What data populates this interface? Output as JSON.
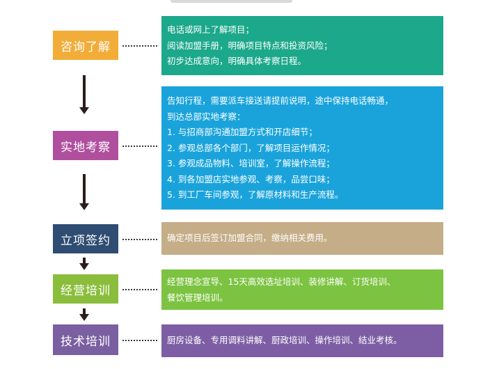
{
  "colors": {
    "orange": "#f2ad39",
    "purple": "#b04f9e",
    "navy": "#2f4d72",
    "green": "#8bbd3c",
    "violet": "#7a5fa1",
    "box_teal": "#1ca88b",
    "box_blue": "#1aa3db",
    "box_tan": "#c4ad87",
    "box_lime": "#7cc341",
    "box_violet": "#7d5ea5",
    "arrow": "#2b1d1d"
  },
  "steps": [
    {
      "label": "咨询了解",
      "lines": [
        "电话或网上了解项目；",
        "阅读加盟手册，明确项目特点和投资风险；",
        "初步达成意向，明确具体考察日程。"
      ]
    },
    {
      "label": "实地考察",
      "lines": [
        "告知行程，需要派车接送请提前说明，途中保持电话畅通，",
        "到达总部实地考察：",
        "1. 与招商部沟通加盟方式和开店细节；",
        "2. 参观总部各个部门，了解项目运作情况；",
        "3. 参观成品物料、培训室，了解操作流程；",
        "4. 到各加盟店实地参观、考察，品尝口味；",
        "5. 到工厂车间参观，了解原材料和生产流程。"
      ]
    },
    {
      "label": "立项签约",
      "lines": [
        "确定项目后签订加盟合同，缴纳相关费用。"
      ]
    },
    {
      "label": "经营培训",
      "lines": [
        "经营理念宣导、15天高效选址培训、装修讲解、订货培训、",
        "餐饮管理培训。"
      ]
    },
    {
      "label": "技术培训",
      "lines": [
        "厨房设备、专用调料讲解、厨政培训、操作培训、结业考核。"
      ]
    }
  ]
}
